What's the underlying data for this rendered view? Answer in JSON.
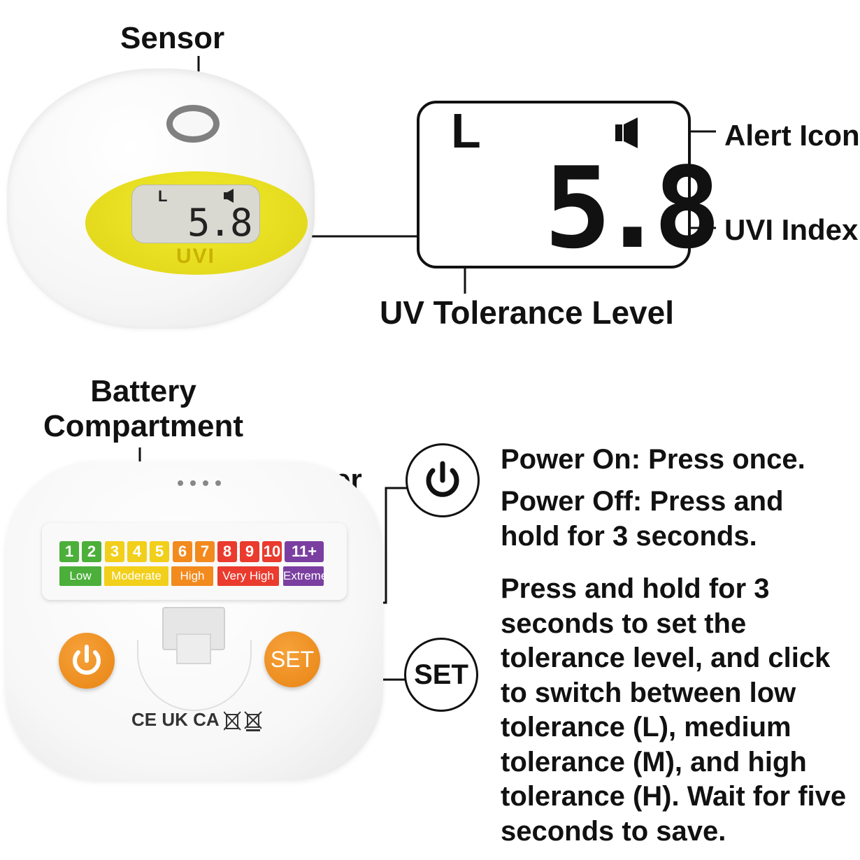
{
  "labels": {
    "sensor": "Sensor",
    "alert_icon": "Alert Icon",
    "uvi_index": "UVI Index",
    "uv_tolerance_level": "UV Tolerance Level",
    "battery_compartment": "Battery Compartment",
    "buzzer": "Buzzer"
  },
  "display": {
    "tolerance": "L",
    "uvi_value": "5.8",
    "pad_print": "UVI"
  },
  "uv_scale": {
    "numbers": [
      {
        "text": "1",
        "color": "#4caf3a"
      },
      {
        "text": "2",
        "color": "#4caf3a"
      },
      {
        "text": "3",
        "color": "#f2cf1a"
      },
      {
        "text": "4",
        "color": "#f2cf1a"
      },
      {
        "text": "5",
        "color": "#f2cf1a"
      },
      {
        "text": "6",
        "color": "#f28a1e"
      },
      {
        "text": "7",
        "color": "#f28a1e"
      },
      {
        "text": "8",
        "color": "#ea3b2e"
      },
      {
        "text": "9",
        "color": "#ea3b2e"
      },
      {
        "text": "10",
        "color": "#ea3b2e"
      },
      {
        "text": "11+",
        "color": "#7a3fa0"
      }
    ],
    "categories": [
      {
        "text": "Low",
        "color": "#4caf3a"
      },
      {
        "text": "Moderate",
        "color": "#f2cf1a"
      },
      {
        "text": "High",
        "color": "#f28a1e"
      },
      {
        "text": "Very High",
        "color": "#ea3b2e"
      },
      {
        "text": "Extreme",
        "color": "#7a3fa0"
      }
    ]
  },
  "buttons": {
    "set_label": "SET"
  },
  "certifications": "CE UK CA",
  "instructions": {
    "power_on": "Power On: Press once.",
    "power_off": "Power Off: Press and hold for 3 seconds.",
    "set": "Press and hold for 3 seconds to set the tolerance level, and click to switch between low tolerance (L), medium tolerance (M), and high tolerance (H). Wait for five seconds to save."
  },
  "colors": {
    "accent_orange": "#ec8a1a",
    "pad_yellow": "#e8dd22"
  },
  "icons": [
    "speaker-icon",
    "power-icon",
    "weee-bin-icon"
  ]
}
